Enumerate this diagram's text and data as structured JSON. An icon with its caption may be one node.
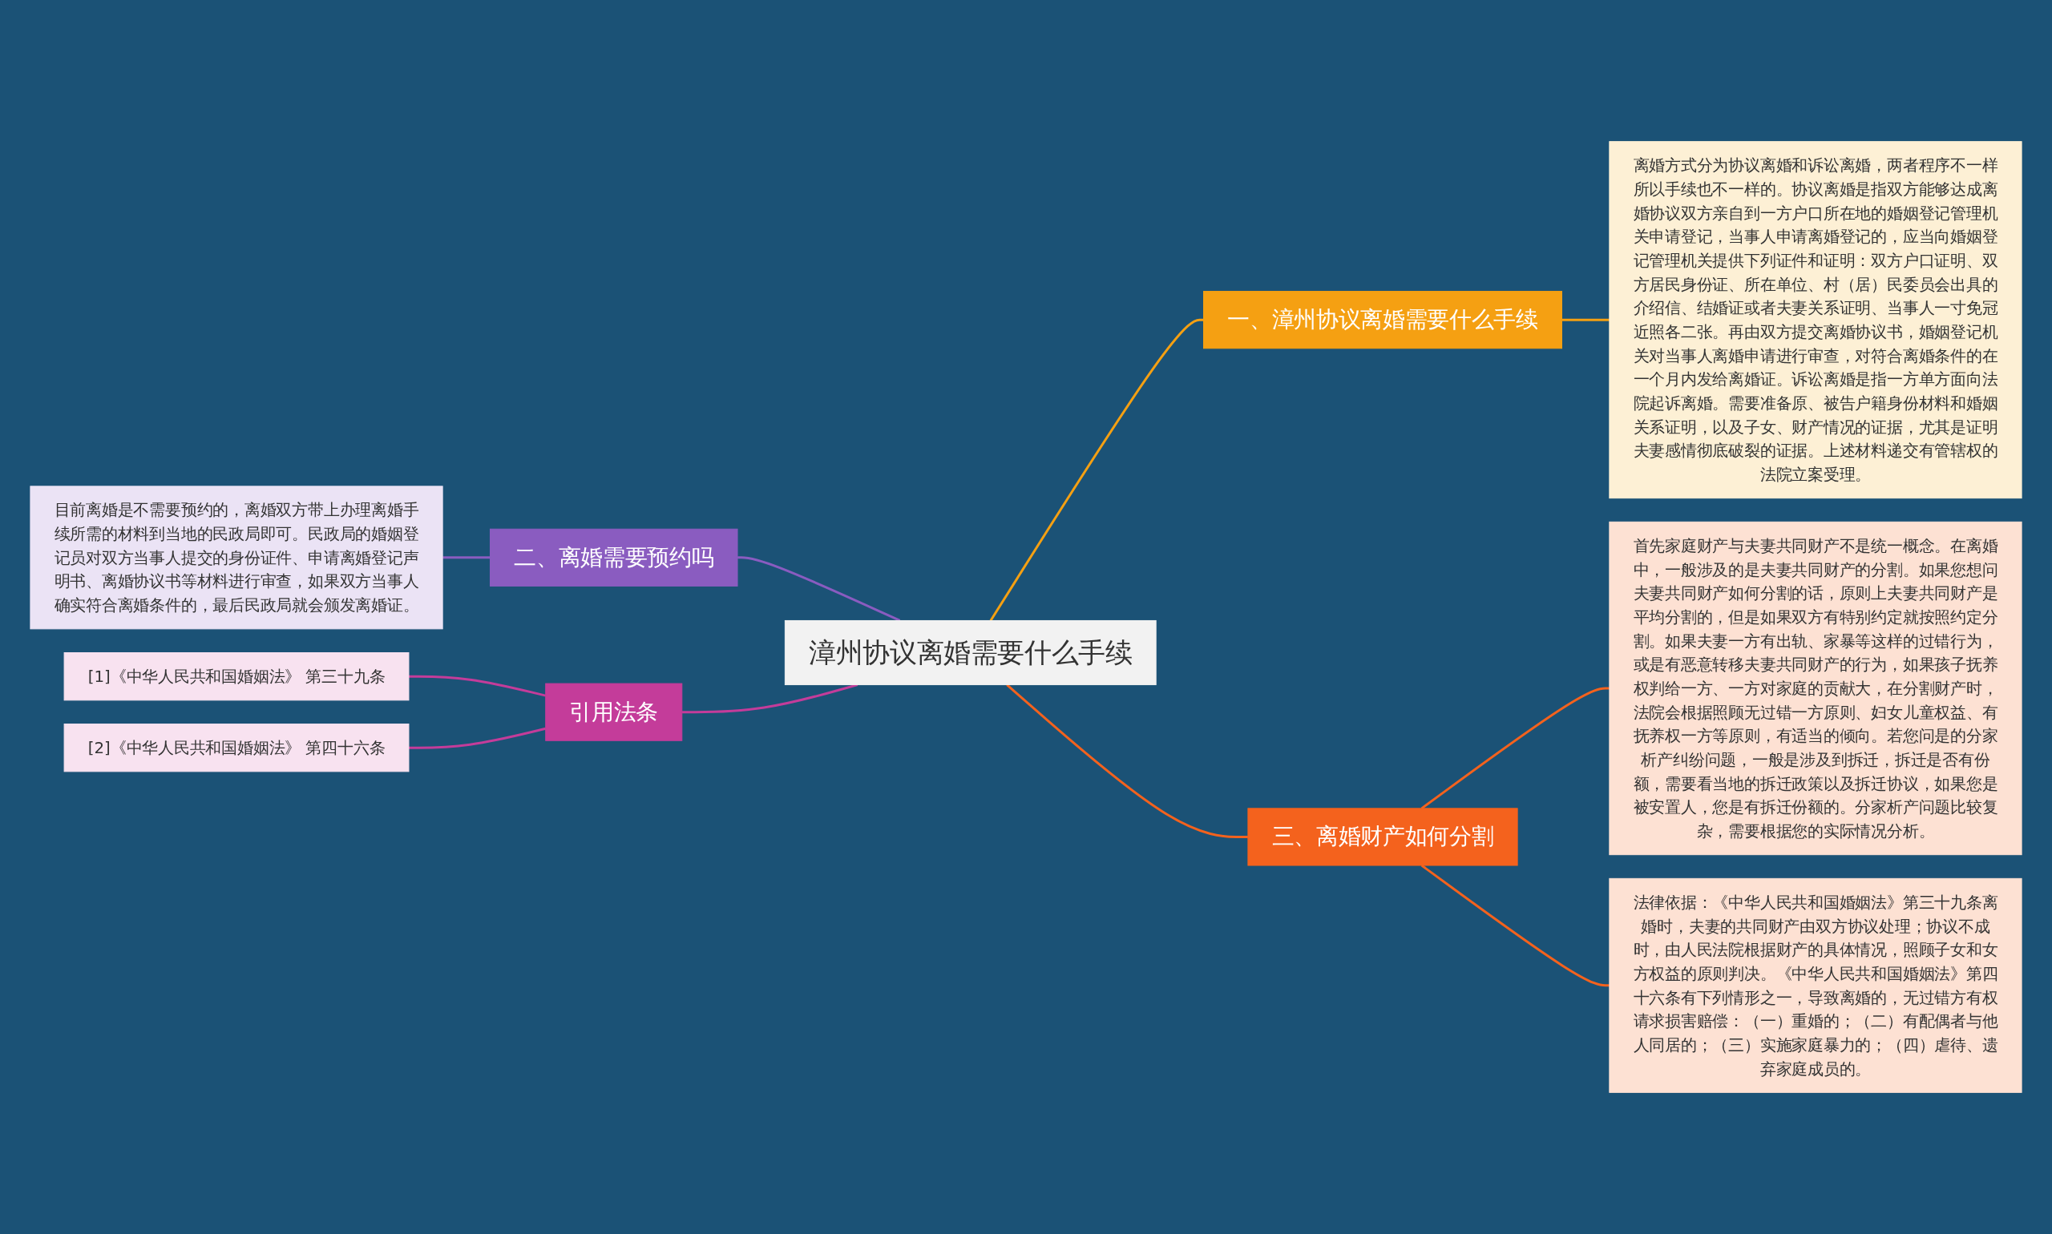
{
  "diagram": {
    "nodes": [
      {
        "text": [
          "漳州协议离婚需要什么手续"
        ]
      },
      {
        "text": [
          "一、漳州协议离婚需要什么手续"
        ]
      },
      {
        "text": [
          "离婚方式分为协议离婚和诉讼离婚，两者程序不一样所以手续也不一样的。协议离婚是指双方能够达成离婚协议双方亲自到一方户口所在地的婚姻登记管理机关申请登记，当事人申请离婚登记的，应当向婚姻登记管理机关提供下列证件和证明：双方户口证明、双方居民身份证、所在单位、村（居）民委员会出具的介绍信、结婚证或者夫妻关系证明、当事人一寸免冠近照各二张。再由双方提交离婚协议书，婚姻登记机关对当事人离婚申请进行审查，对符合离婚条件的在一个月内发给离婚证。诉讼离婚是指一方单方面向法院起诉离婚。需要准备原、被告户籍身份材料和婚姻关系证明，以及子女、财产情况的证据，尤其是证明夫妻感情彻底破裂的证据。上述材料递交有管辖权的法院立案受理。"
        ]
      },
      {
        "text": [
          "三、离婚财产如何分割"
        ]
      },
      {
        "text": [
          "首先家庭财产与夫妻共同财产不是统一概念。在离婚中，一般涉及的是夫妻共同财产的分割。如果您想问夫妻共同财产如何分割的话，原则上夫妻共同财产是平均分割的，但是如果双方有特别约定就按照约定分割。如果夫妻一方有出轨、家暴等这样的过错行为，或是有恶意转移夫妻共同财产的行为，如果孩子抚养权判给一方、一方对家庭的贡献大，在分割财产时，法院会根据照顾无过错一方原则、妇女儿童权益、有抚养权一方等原则，有适当的倾向。若您问是的分家析产纠纷问题，一般是涉及到拆迁，拆迁是否有份额，需要看当地的拆迁政策以及拆迁协议，如果您是被安置人，您是有拆迁份额的。分家析产问题比较复杂，需要根据您的实际情况分析。"
        ]
      },
      {
        "text": [
          "法律依据：《中华人民共和国婚姻法》第三十九条离婚时，夫妻的共同财产由双方协议处理；协议不成时，由人民法院根据财产的具体情况，照顾子女和女方权益的原则判决。《中华人民共和国婚姻法》第四十六条有下列情形之一，导致离婚的，无过错方有权请求损害赔偿：（一）重婚的；（二）有配偶者与他人同居的；（三）实施家庭暴力的；（四）虐待、遗弃家庭成员的。"
        ]
      },
      {
        "text": [
          "二、离婚需要预约吗"
        ]
      },
      {
        "text": [
          "目前离婚是不需要预约的，离婚双方带上办理离婚手续所需的材料到当地的民政局即可。民政局的婚姻登记员对双方当事人提交的身份证件、申请离婚登记声明书、离婚协议书等材料进行审查，如果双方当事人确实符合离婚条件的，最后民政局就会颁发离婚证。"
        ]
      },
      {
        "text": [
          "引用法条"
        ]
      },
      {
        "text": [
          "[1]《中华人民共和国婚姻法》 第三十九条"
        ]
      },
      {
        "text": [
          "[2]《中华人民共和国婚姻法》 第四十六条"
        ]
      }
    ],
    "edges": [
      {
        "from": 0,
        "to": 1,
        "arrow": "none",
        "color": "#f5a012"
      },
      {
        "from": 1,
        "to": 2,
        "arrow": "none",
        "color": "#f5a012"
      },
      {
        "from": 0,
        "to": 3,
        "arrow": "none"
      },
      {
        "from": 3,
        "to": 4,
        "arrow": "none"
      },
      {
        "from": 3,
        "to": 5,
        "arrow": "none"
      },
      {
        "from": 0,
        "to": 6,
        "arrow": "none",
        "color": "#8a5cc0"
      },
      {
        "from": 6,
        "to": 7,
        "arrow": "none",
        "color": "#8a5cc0"
      },
      {
        "from": 0,
        "to": 8,
        "arrow": "none",
        "color": "#c43c9a"
      },
      {
        "from": 8,
        "to": 9,
        "arrow": "none",
        "color": "#c43c9a"
      },
      {
        "from": 8,
        "to": 10,
        "arrow": "none",
        "color": "#c43c9a"
      }
    ]
  }
}
